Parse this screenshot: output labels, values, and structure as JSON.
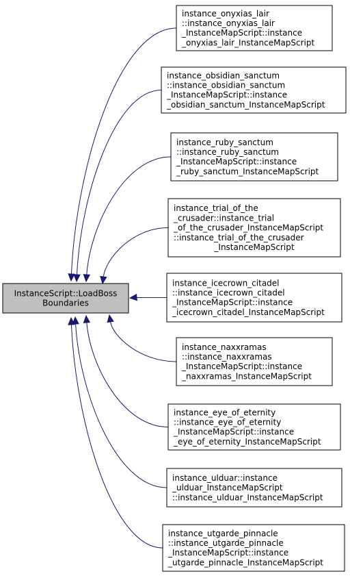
{
  "diagram": {
    "root": {
      "lines": [
        "InstanceScript::LoadBoss",
        "Boundaries"
      ]
    },
    "nodes": [
      {
        "id": "onyxias_lair",
        "lines": [
          "instance_onyxias_lair",
          "::instance_onyxias_lair",
          "_InstanceMapScript::instance",
          "_onyxias_lair_InstanceMapScript"
        ]
      },
      {
        "id": "obsidian_sanctum",
        "lines": [
          "instance_obsidian_sanctum",
          "::instance_obsidian_sanctum",
          "_InstanceMapScript::instance",
          "_obsidian_sanctum_InstanceMapScript"
        ]
      },
      {
        "id": "ruby_sanctum",
        "lines": [
          "instance_ruby_sanctum",
          "::instance_ruby_sanctum",
          "_InstanceMapScript::instance",
          "_ruby_sanctum_InstanceMapScript"
        ]
      },
      {
        "id": "trial_of_the_crusader",
        "lines": [
          "instance_trial_of_the",
          "_crusader::instance_trial",
          "_of_the_crusader_InstanceMapScript",
          "::instance_trial_of_the_crusader",
          "_InstanceMapScript"
        ]
      },
      {
        "id": "icecrown_citadel",
        "lines": [
          "instance_icecrown_citadel",
          "::instance_icecrown_citadel",
          "_InstanceMapScript::instance",
          "_icecrown_citadel_InstanceMapScript"
        ]
      },
      {
        "id": "naxxramas",
        "lines": [
          "instance_naxxramas",
          "::instance_naxxramas",
          "_InstanceMapScript::instance",
          "_naxxramas_InstanceMapScript"
        ]
      },
      {
        "id": "eye_of_eternity",
        "lines": [
          "instance_eye_of_eternity",
          "::instance_eye_of_eternity",
          "_InstanceMapScript::instance",
          "_eye_of_eternity_InstanceMapScript"
        ]
      },
      {
        "id": "ulduar",
        "lines": [
          "instance_ulduar::instance",
          "_ulduar_InstanceMapScript",
          "::instance_ulduar_InstanceMapScript"
        ]
      },
      {
        "id": "utgarde_pinnacle",
        "lines": [
          "instance_utgarde_pinnacle",
          "::instance_utgarde_pinnacle",
          "_InstanceMapScript::instance",
          "_utgarde_pinnacle_InstanceMapScript"
        ]
      }
    ],
    "colors": {
      "edge": "#191970",
      "root_fill": "#bfbfbf",
      "node_fill": "#ffffff",
      "border": "#000000"
    }
  }
}
